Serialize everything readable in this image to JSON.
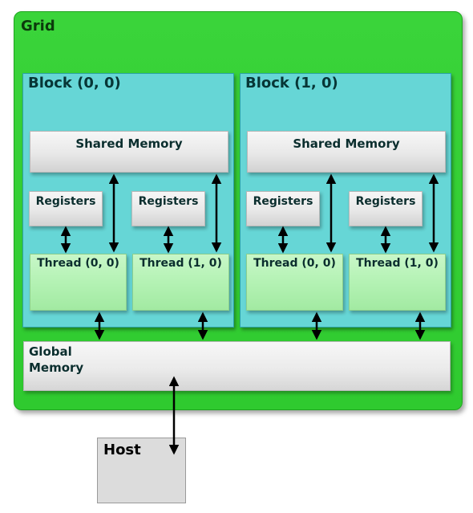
{
  "grid": {
    "label": "Grid"
  },
  "blocks": [
    {
      "label": "Block (0, 0)",
      "shared_memory": "Shared Memory",
      "threads": [
        {
          "registers": "Registers",
          "thread": "Thread (0, 0)"
        },
        {
          "registers": "Registers",
          "thread": "Thread (1, 0)"
        }
      ]
    },
    {
      "label": "Block (1, 0)",
      "shared_memory": "Shared Memory",
      "threads": [
        {
          "registers": "Registers",
          "thread": "Thread (0, 0)"
        },
        {
          "registers": "Registers",
          "thread": "Thread (1, 0)"
        }
      ]
    }
  ],
  "global_memory": {
    "label": "Global Memory"
  },
  "host": {
    "label": "Host"
  },
  "colors": {
    "grid_fill": "#3ad43a",
    "block_fill": "#66d6d6",
    "thread_fill": "#b4f2b4",
    "memory_fill": "#e8e8e8",
    "host_fill": "#dcdcdc",
    "arrow": "#000000"
  }
}
